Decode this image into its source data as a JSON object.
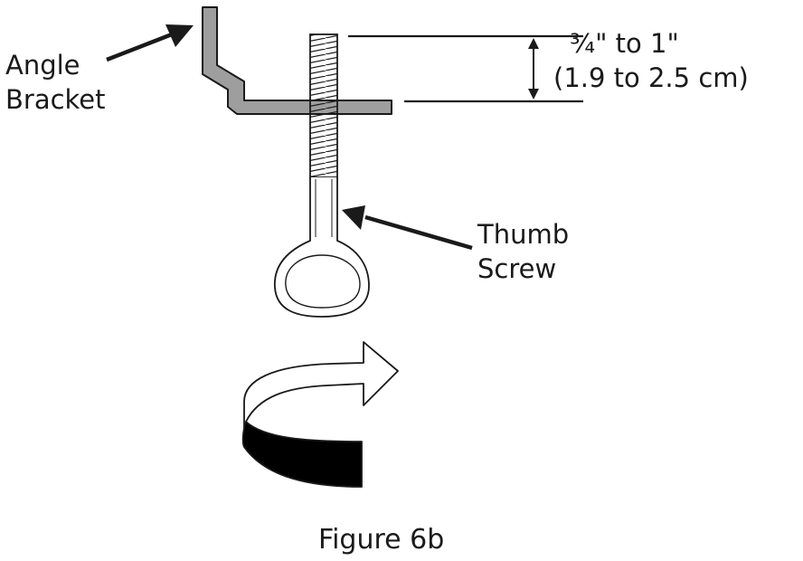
{
  "labels": {
    "angle_bracket_line1": "Angle",
    "angle_bracket_line2": "Bracket",
    "thumb_screw_line1": "Thumb",
    "thumb_screw_line2": "Screw",
    "dimension_line1": "¾\" to 1\"",
    "dimension_line2": "(1.9 to 2.5 cm)",
    "caption": "Figure 6b"
  },
  "colors": {
    "bracket_fill": "#9e9e9e",
    "outline": "#1a1a1a",
    "background": "#ffffff"
  }
}
